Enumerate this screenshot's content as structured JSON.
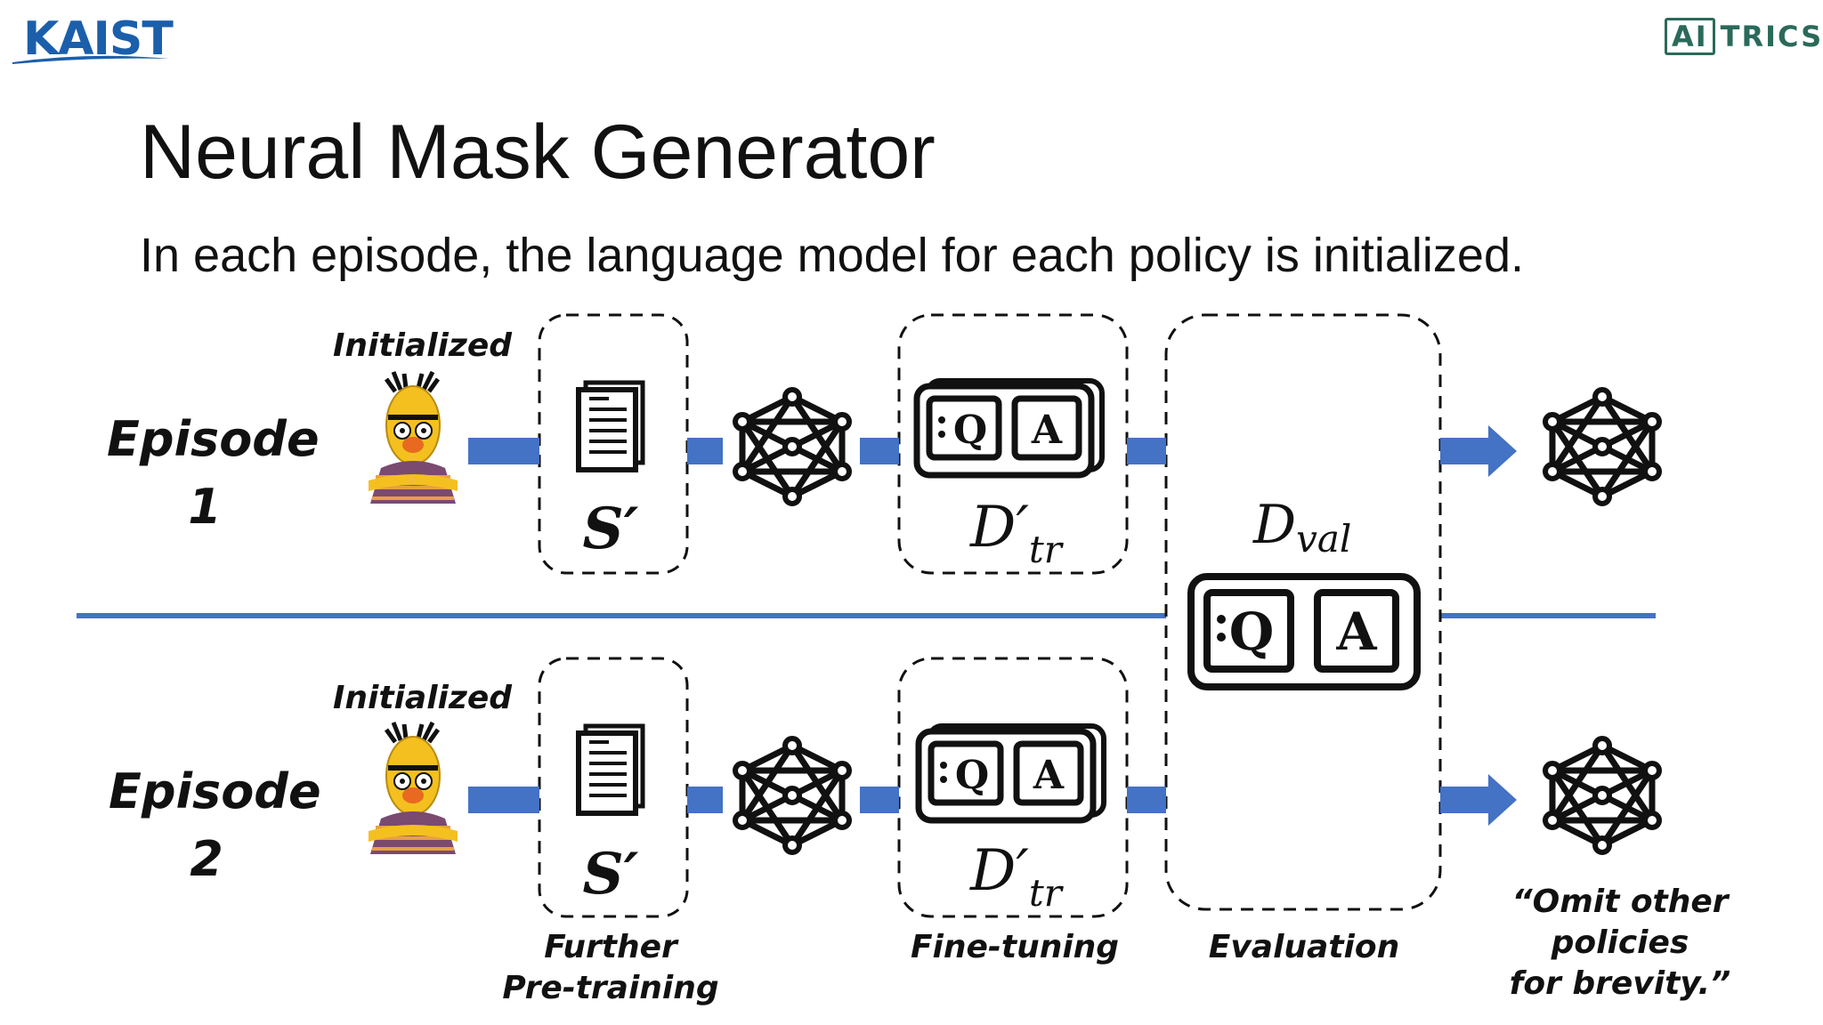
{
  "logos": {
    "kaist": "KAIST",
    "aitrics_box": "AI",
    "aitrics_text": "TRICS"
  },
  "title": "Neural Mask Generator",
  "subtitle": "In each episode, the language model for each policy is initialized.",
  "episodes": [
    {
      "label_line1": "Episode",
      "label_line2": "1",
      "initialized_label": "Initialized"
    },
    {
      "label_line1": "Episode",
      "label_line2": "2",
      "initialized_label": "Initialized"
    }
  ],
  "symbols": {
    "s_prime": "S′",
    "d_tr": "D′",
    "d_tr_sub": "tr",
    "d_val": "D",
    "d_val_sub": "val",
    "q": "Q",
    "a": "A"
  },
  "captions": {
    "further_pretraining_line1": "Further",
    "further_pretraining_line2": "Pre-training",
    "fine_tuning": "Fine-tuning",
    "evaluation": "Evaluation",
    "omit_line1": "“Omit other policies",
    "omit_line2": "for brevity.”"
  },
  "colors": {
    "accent_blue": "#4472c4",
    "kaist_blue": "#1b5fab",
    "aitrics_green": "#2a6a5a"
  },
  "icons": [
    "bert-puppet-icon",
    "document-icon",
    "neural-network-icon",
    "qa-card-icon"
  ]
}
